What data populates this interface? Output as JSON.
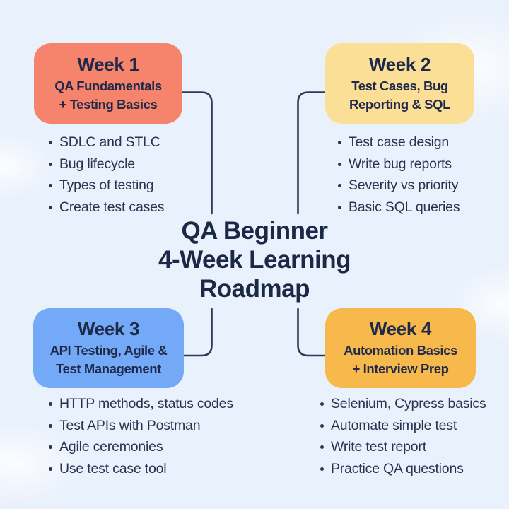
{
  "page": {
    "background": "#E9F1FC"
  },
  "title": "QA Beginner\n4-Week Learning\nRoadmap",
  "title_color": "#1C2946",
  "connector_color": "#2C3A55",
  "bullet_text_color": "#28334F",
  "weeks": [
    {
      "label": "Week 1",
      "topic": "QA Fundamentals\n+ Testing Basics",
      "color": "#F6836B",
      "text_color": "#1F2A4A",
      "bullets": [
        "SDLC and STLC",
        "Bug lifecycle",
        "Types of testing",
        "Create test cases"
      ]
    },
    {
      "label": "Week 2",
      "topic": "Test Cases, Bug\nReporting & SQL",
      "color": "#FBDF97",
      "text_color": "#1F2A4A",
      "bullets": [
        "Test case design",
        "Write bug reports",
        "Severity vs priority",
        "Basic SQL queries"
      ]
    },
    {
      "label": "Week 3",
      "topic": "API Testing, Agile &\nTest Management",
      "color": "#73A9F6",
      "text_color": "#1F2A4A",
      "bullets": [
        "HTTP methods, status codes",
        "Test APIs with Postman",
        "Agile ceremonies",
        "Use test case tool"
      ]
    },
    {
      "label": "Week 4",
      "topic": "Automation Basics\n+ Interview Prep",
      "color": "#F8B94C",
      "text_color": "#1F2A4A",
      "bullets": [
        "Selenium, Cypress basics",
        "Automate simple test",
        "Write test report",
        "Practice QA questions"
      ]
    }
  ]
}
